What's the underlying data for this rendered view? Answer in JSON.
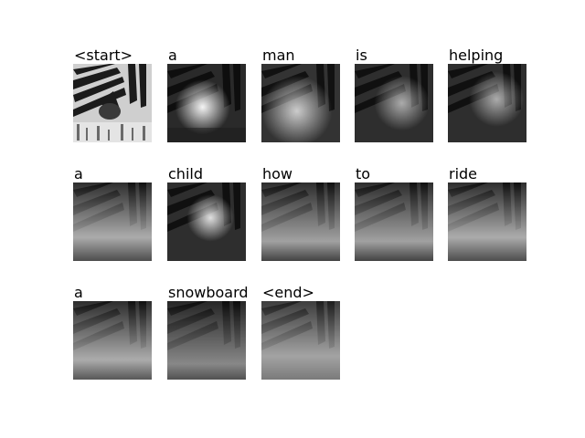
{
  "tokens": [
    {
      "word": "<start>",
      "attention": "none"
    },
    {
      "word": "a",
      "attention": "low-center"
    },
    {
      "word": "man",
      "attention": "center-wide"
    },
    {
      "word": "is",
      "attention": "center-right"
    },
    {
      "word": "helping",
      "attention": "center-right"
    },
    {
      "word": "a",
      "attention": "lower-band"
    },
    {
      "word": "child",
      "attention": "center-upper"
    },
    {
      "word": "how",
      "attention": "lower-band"
    },
    {
      "word": "to",
      "attention": "lower-band"
    },
    {
      "word": "ride",
      "attention": "lower-band"
    },
    {
      "word": "a",
      "attention": "lower-band"
    },
    {
      "word": "snowboard",
      "attention": "lower-band"
    },
    {
      "word": "<end>",
      "attention": "lower-wide"
    }
  ]
}
